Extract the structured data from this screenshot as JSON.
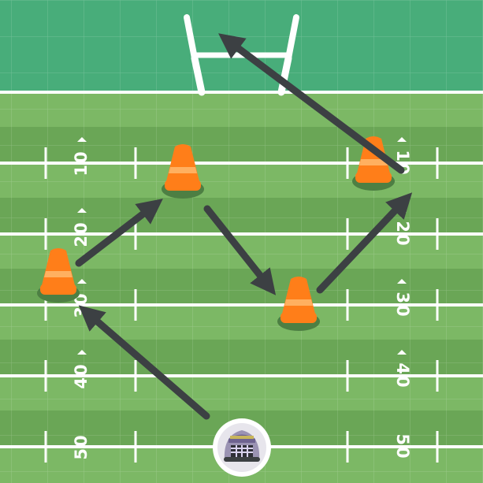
{
  "field": {
    "colors": {
      "endzone": "#48ad7a",
      "turf_light": "#7cb865",
      "turf_dark": "#6aa656",
      "lines": "#ffffff",
      "arrow": "#3c4043",
      "cone": "#ff7e19",
      "cone_band": "#ffb060"
    },
    "left_yard_numbers": [
      "10",
      "20",
      "30",
      "40",
      "50"
    ],
    "right_yard_numbers": [
      "10",
      "20",
      "30",
      "40",
      "50"
    ]
  },
  "drill": {
    "cones": [
      "cone-1",
      "cone-2",
      "cone-3",
      "cone-4"
    ],
    "route_steps": 5,
    "player_icon": "football-helmet-icon"
  }
}
